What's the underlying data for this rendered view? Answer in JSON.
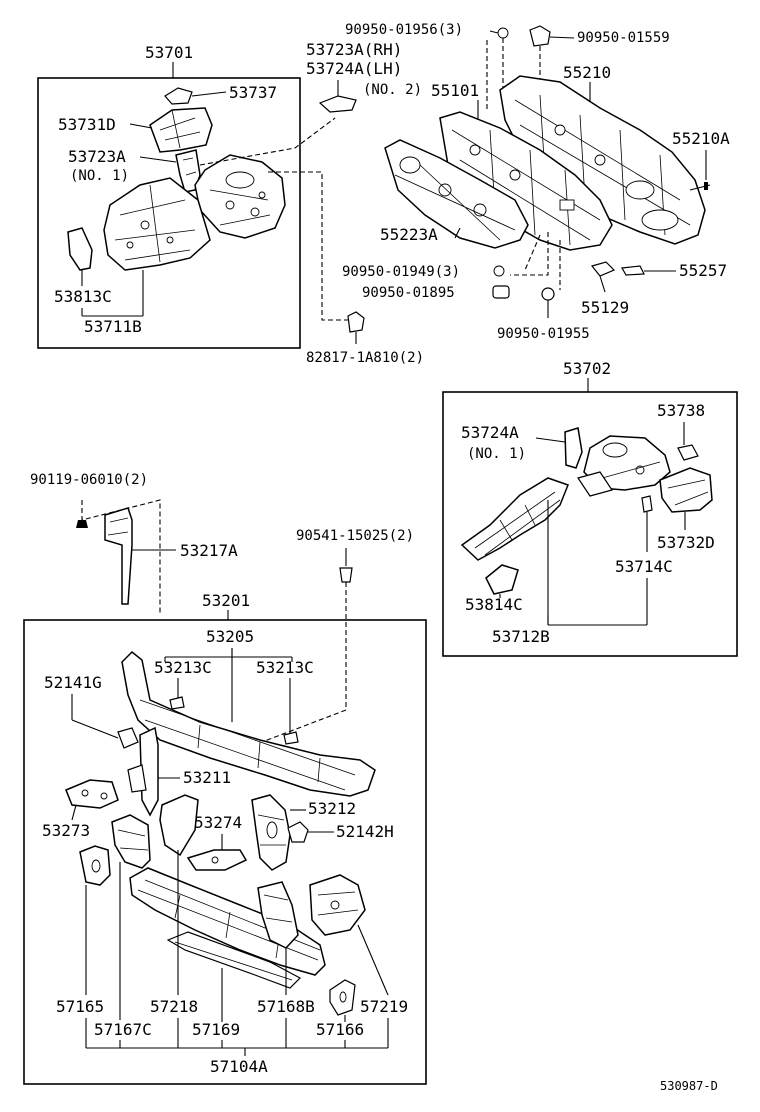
{
  "labels": {
    "g53701": "53701",
    "p53737": "53737",
    "p53731D": "53731D",
    "p53723A_no1": "53723A",
    "p53723A_no1_note": "(NO. 1)",
    "p53813C": "53813C",
    "p53711B": "53711B",
    "p53723A_rh": "53723A(RH)",
    "p53724A_lh": "53724A(LH)",
    "p_no2_note": "(NO. 2)",
    "p90950_01956": "90950-01956(3)",
    "p90950_01559": "90950-01559",
    "p55210": "55210",
    "p55101": "55101",
    "p55210A": "55210A",
    "p55223A": "55223A",
    "p90950_01949": "90950-01949(3)",
    "p90950_01895": "90950-01895",
    "p55257": "55257",
    "p55129": "55129",
    "p90950_01955": "90950-01955",
    "p82817": "82817-1A810(2)",
    "g53702": "53702",
    "p53724A_no1": "53724A",
    "p53724A_no1_note": "(NO. 1)",
    "p53738": "53738",
    "p53732D": "53732D",
    "p53714C": "53714C",
    "p53814C": "53814C",
    "p53712B": "53712B",
    "p90119": "90119-06010(2)",
    "p53217A": "53217A",
    "p90541": "90541-15025(2)",
    "g53201": "53201",
    "p53205": "53205",
    "p53213C_a": "53213C",
    "p53213C_b": "53213C",
    "p52141G": "52141G",
    "p53211": "53211",
    "p53212": "53212",
    "p53273": "53273",
    "p53274": "53274",
    "p52142H": "52142H",
    "p57165": "57165",
    "p57218": "57218",
    "p57168B": "57168B",
    "p57219": "57219",
    "p57167C": "57167C",
    "p57169": "57169",
    "p57166": "57166",
    "p57104A": "57104A",
    "ref_code": "530987-D"
  }
}
